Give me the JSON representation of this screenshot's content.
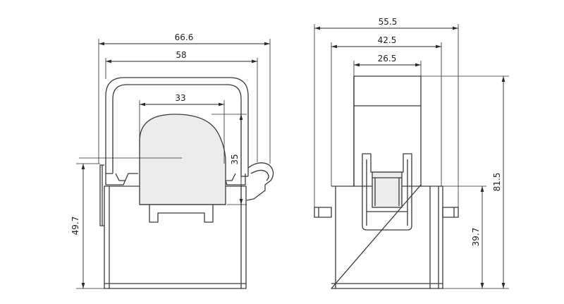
{
  "front_view": {
    "dims": {
      "overall_width": "66.6",
      "inner_width": "58",
      "window_width": "33",
      "window_height": "35",
      "side_height": "49.7"
    }
  },
  "side_view": {
    "dims": {
      "overall_width": "55.5",
      "mid_width": "42.5",
      "top_width": "26.5",
      "overall_height": "81.5",
      "lower_height": "39.7"
    }
  }
}
